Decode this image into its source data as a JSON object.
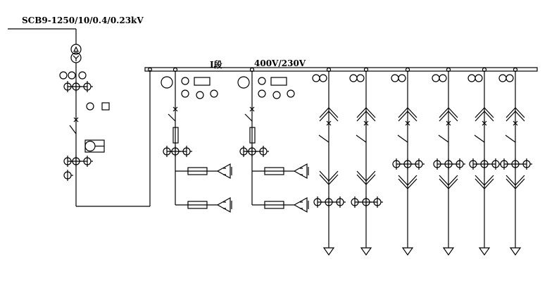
{
  "diagram": {
    "transformer_label": "SCB9-1250/10/0.4/0.23kV",
    "bus_section_label": "I段",
    "bus_voltage_label": "400V/230V",
    "stroke_color": "#000000",
    "background": "#ffffff",
    "motor_feeder_count": 2,
    "outgoing_feeder_count": 6
  }
}
